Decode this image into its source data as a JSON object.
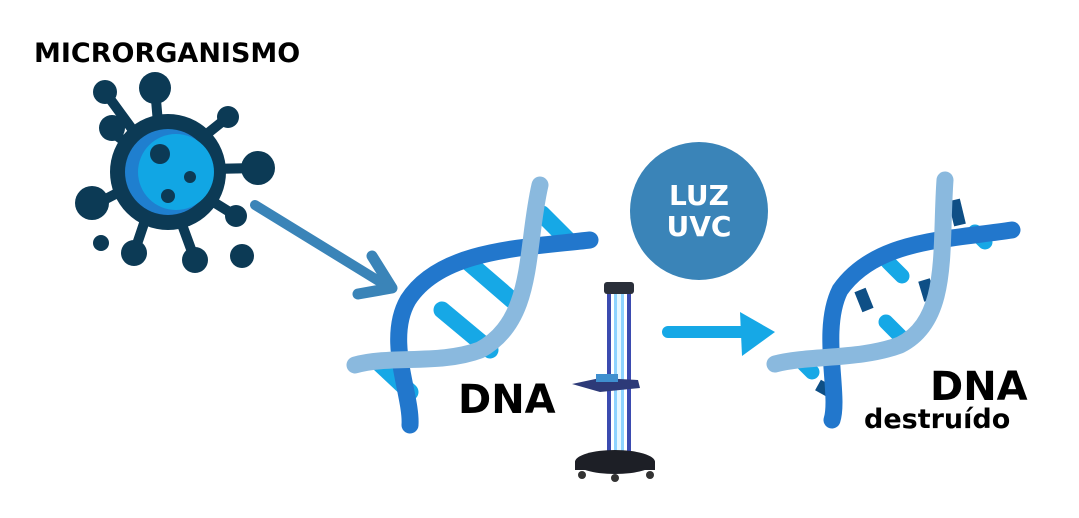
{
  "diagram": {
    "title": "MICRORGANISMO",
    "dna_label": "DNA",
    "uv_light": {
      "line1": "LUZ",
      "line2": "UVC"
    },
    "destroyed_dna_label": "DNA",
    "destroyed_dna_sublabel": "destruído"
  },
  "colors": {
    "virus_dark": "#0c3a55",
    "virus_core": "#11a6e4",
    "virus_core_shade": "#1f7fcf",
    "arrow1": "#3a84b8",
    "arrow2": "#16a8e6",
    "circle": "#3a84b8",
    "dna_strand_dark": "#2277cc",
    "dna_strand_light": "#8ab9de",
    "dna_rung": "#16a8e6",
    "dna_rung_dark": "#0e4f86"
  },
  "icons": [
    "virus-icon",
    "arrow-right-down-icon",
    "dna-helix-icon",
    "uv-lamp-icon",
    "arrow-right-icon",
    "broken-dna-icon"
  ]
}
